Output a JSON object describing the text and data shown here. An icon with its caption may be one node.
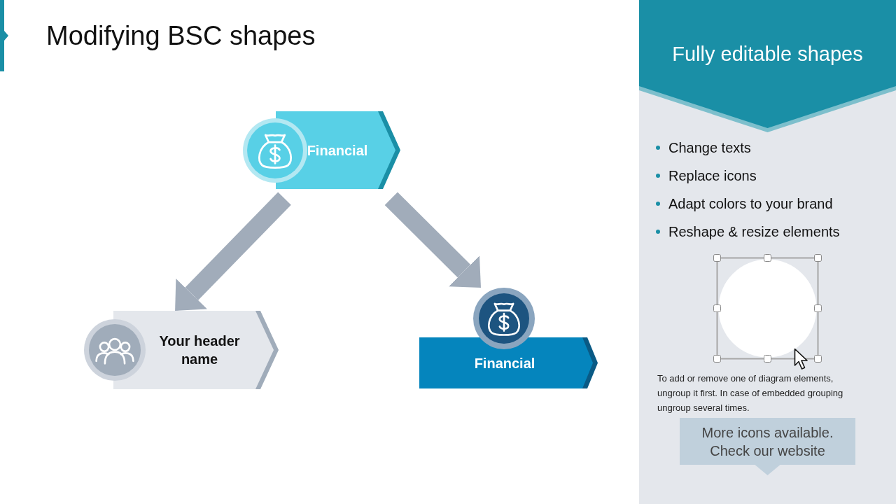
{
  "diagram": {
    "title": "Modifying BSC shapes",
    "nodes": [
      {
        "text": [
          "Financial"
        ]
      },
      {
        "text": [
          "Your header name"
        ]
      },
      {
        "text": [
          "Financial"
        ]
      },
      {
        "text": [
          "Fully editable shapes"
        ]
      },
      {
        "text": [],
        "shape": "circle"
      },
      {
        "text": [
          "More icons available. Check our website"
        ]
      }
    ],
    "edges": [
      {
        "from": 0,
        "to": 1,
        "arrow": "to"
      },
      {
        "from": 0,
        "to": 2,
        "arrow": "to"
      }
    ],
    "labels": [
      "Change texts",
      "Replace icons",
      "Adapt colors to your brand",
      "Reshape & resize elements",
      "To add or remove one of diagram elements, ungroup it first. In case of embedded grouping ungroup several times."
    ]
  }
}
